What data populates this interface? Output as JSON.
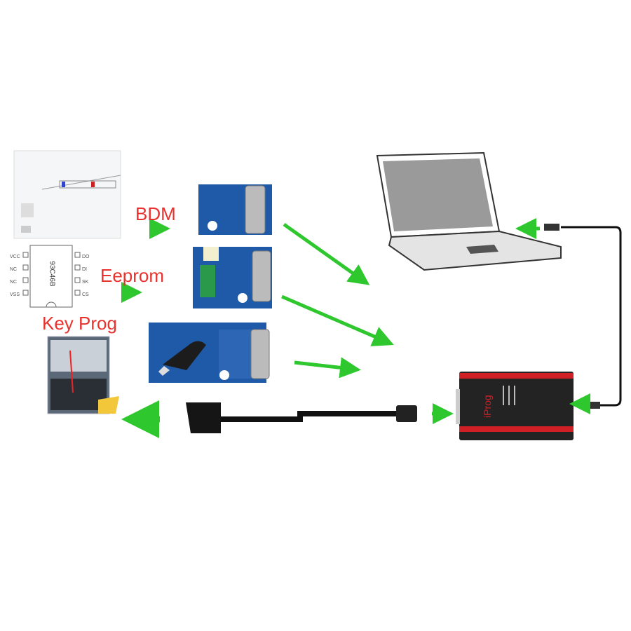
{
  "labels": {
    "bdm": "BDM",
    "eeprom": "Eeprom",
    "key_prog": "Key Prog"
  },
  "chip": {
    "name": "93C46B",
    "pins_left": [
      "VCC",
      "NC",
      "NC",
      "VSS"
    ],
    "pins_right": [
      "CS",
      "SK",
      "DI",
      "DO"
    ]
  },
  "device": {
    "brand": "iProg"
  },
  "colors": {
    "label_red": "#e8322e",
    "arrow_green": "#3ccf3c",
    "board_blue": "#1f5aa8",
    "device_red": "#d11f26"
  }
}
